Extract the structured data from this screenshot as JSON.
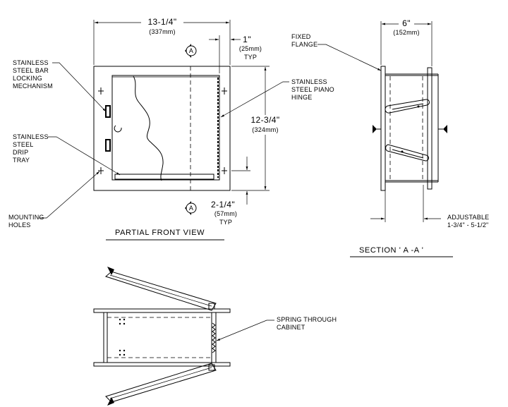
{
  "front_view": {
    "title": "PARTIAL FRONT VIEW",
    "width_dim": "13-1/4\"",
    "width_mm": "(337mm)",
    "flange_dim": "1\"",
    "flange_mm": "(25mm)",
    "flange_typ": "TYP",
    "height_dim": "12-3/4\"",
    "height_mm": "(324mm)",
    "bottom_dim": "2-1/4\"",
    "bottom_mm": "(57mm)",
    "bottom_typ": "TYP",
    "section_marker": "A",
    "labels": {
      "locking": [
        "STAINLESS",
        "STEEL BAR",
        "LOCKING",
        "MECHANISM"
      ],
      "drip": [
        "STAINLESS",
        "STEEL",
        "DRIP",
        "TRAY"
      ],
      "mounting": [
        "MOUNTING",
        "HOLES"
      ],
      "hinge": [
        "STAINLESS",
        "STEEL PIANO",
        "HINGE"
      ]
    }
  },
  "section_view": {
    "title": "SECTION ' A -A '",
    "depth_dim": "6\"",
    "depth_mm": "(152mm)",
    "flange_label": [
      "FIXED",
      "FLANGE"
    ],
    "adjustable_label": [
      "ADJUSTABLE",
      "1-3/4\" - 5-1/2\""
    ]
  },
  "top_view": {
    "spring_label": [
      "SPRING THROUGH",
      "CABINET"
    ]
  }
}
